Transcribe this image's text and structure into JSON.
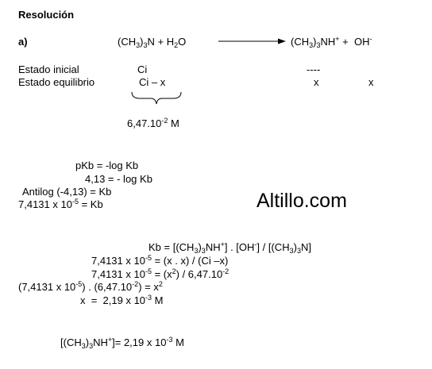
{
  "heading": "Resolución",
  "part_label": "a)",
  "reaction": {
    "left": {
      "open": "(CH",
      "sub1": "3",
      "mid": ")",
      "sub2": "3",
      "end": "N + H",
      "sub3": "2",
      "tail": "O"
    },
    "right": {
      "open": "(CH",
      "sub1": "3",
      "mid": ")",
      "sub2": "3",
      "end": "NH",
      "sup1": "+",
      "plus": " +  OH",
      "sup2": "-"
    }
  },
  "states": {
    "initial_label": "Estado inicial",
    "equilibrium_label": "Estado equilibrio",
    "initial_conc": "Ci",
    "initial_products": "----",
    "eq_conc": "Ci – x",
    "eq_x1": "x",
    "eq_x2": "x"
  },
  "ci_value": {
    "base": "6,47.10",
    "exp": "-2",
    "unit": " M"
  },
  "pkb": {
    "line1": "pKb = -log Kb",
    "line2": "4,13 = - log Kb",
    "line3": "Antilog (-4,13) = Kb",
    "line4_base": "7,4131 x 10",
    "line4_exp": "-5",
    "line4_tail": " = Kb"
  },
  "watermark": "Altillo.com",
  "kb_expr": {
    "a": "Kb = [(CH",
    "b": "3",
    "c": ")",
    "d": "3",
    "e": "NH",
    "f": "+",
    "g": "] . [OH",
    "h": "-",
    "i": "] / [(CH",
    "j": "3",
    "k": ")",
    "l": "3",
    "m": "N]"
  },
  "eq1": {
    "base": "7,4131 x 10",
    "exp": "-5",
    "tail": " = (x . x) / (Ci –x)"
  },
  "eq2": {
    "base": "7,4131 x 10",
    "exp": "-5",
    "mid": " = (x",
    "exp2": "2",
    "mid2": ") / 6,47.10",
    "exp3": "-2"
  },
  "eq3": {
    "a": "(7,4131 x 10",
    "exp": "-5",
    "b": ") . (6,47.10",
    "exp2": "-2",
    "c": ") = x",
    "exp3": "2"
  },
  "eq4": {
    "base": "x  =  2,19 x 10",
    "exp": "-3",
    "tail": " M"
  },
  "final": {
    "a": "[(CH",
    "b": "3",
    "c": ")",
    "d": "3",
    "e": "NH",
    "f": "+",
    "g": "]= 2,19 x 10",
    "exp": "-3",
    "h": " M"
  }
}
